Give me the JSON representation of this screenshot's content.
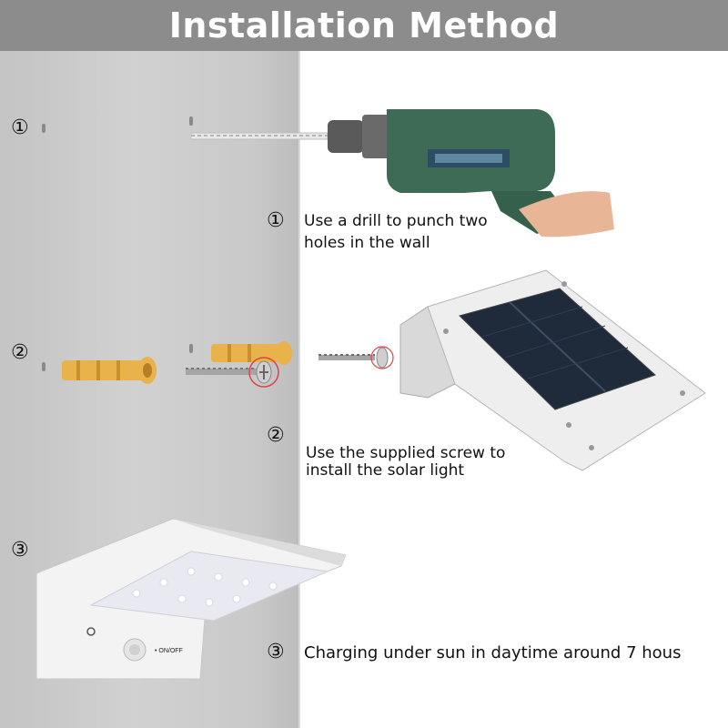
{
  "header": {
    "title": "Installation Method"
  },
  "steps": [
    {
      "marker": "①",
      "caption_line1": "Use a drill to punch two",
      "caption_line2": "holes in the wall"
    },
    {
      "marker": "②",
      "caption_line1": "Use the supplied screw to",
      "caption_line2": "install the solar light"
    },
    {
      "marker": "③",
      "caption_line1": "Charging under sun in daytime around 7 hous"
    }
  ],
  "lamp": {
    "switch_label": "• ON/OFF"
  },
  "colors": {
    "banner": "#8c8c8c",
    "wall": "#c9c9c9",
    "anchor": "#e9b24a",
    "drill_body": "#3e6b55",
    "panel": "#1f2a3a"
  },
  "icons": [
    "drill-icon",
    "wall-anchor-icon",
    "screw-icon",
    "solar-light-icon"
  ]
}
